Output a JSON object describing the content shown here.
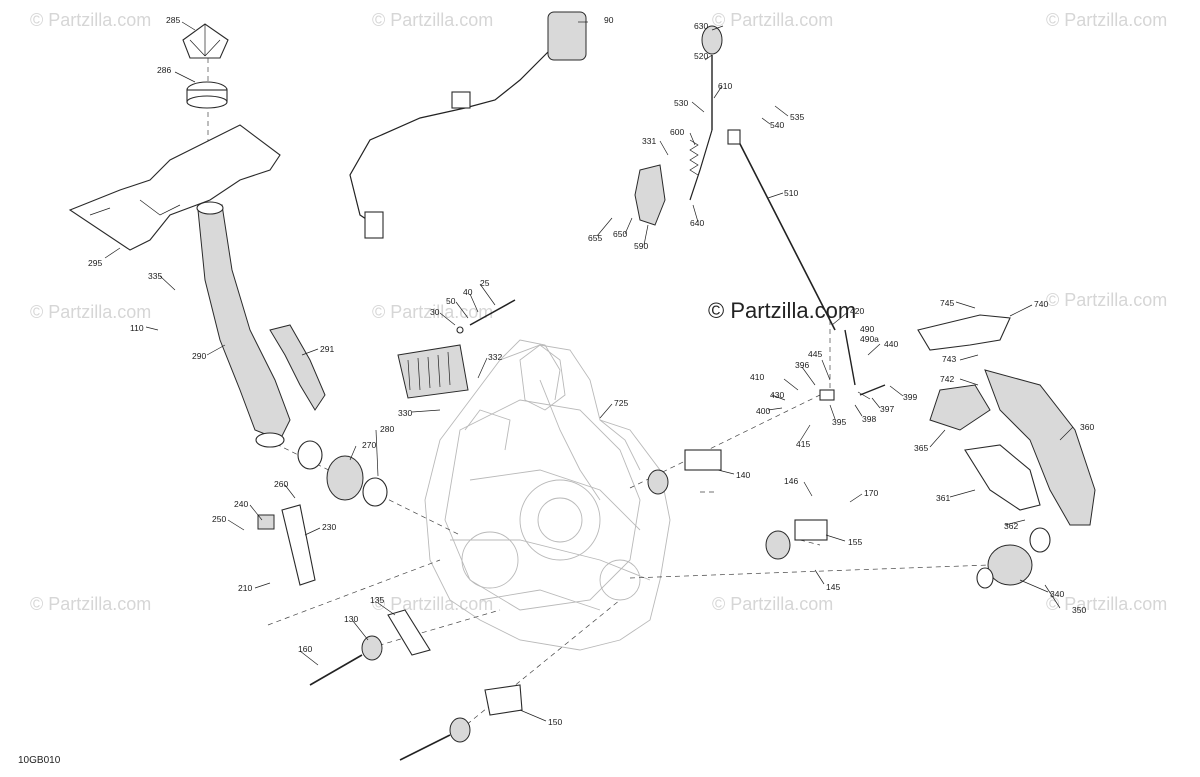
{
  "watermark": "© Partzilla.com",
  "brand": "© Partzilla.com",
  "diagram_code": "10GB010",
  "callouts": [
    "285",
    "286",
    "295",
    "90",
    "630",
    "520",
    "610",
    "530",
    "535",
    "540",
    "600",
    "331",
    "510",
    "655",
    "650",
    "590",
    "640",
    "335",
    "110",
    "290",
    "291",
    "25",
    "40",
    "50",
    "30",
    "332",
    "330",
    "725",
    "745",
    "740",
    "420",
    "490",
    "490a",
    "440",
    "743",
    "742",
    "445",
    "396",
    "410",
    "430",
    "400",
    "415",
    "395",
    "397",
    "398",
    "399",
    "360",
    "365",
    "361",
    "362",
    "340",
    "350",
    "280",
    "270",
    "260",
    "240",
    "250",
    "230",
    "210",
    "146",
    "145",
    "170",
    "155",
    "140",
    "135",
    "130",
    "160",
    "150"
  ]
}
